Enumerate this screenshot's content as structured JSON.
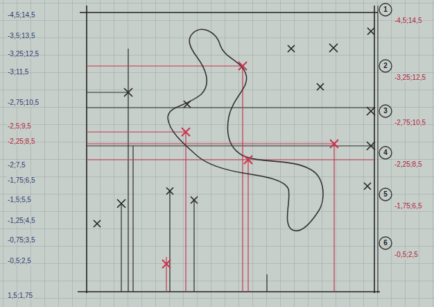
{
  "diagram": {
    "labels": [
      "-4,5;14,5",
      "-3,5;13,5",
      "-3,25;12,5",
      "-3;11,5",
      "-2,75;10,5",
      "-2,5;9,5",
      "-2,25;8,5",
      "-2;7,5",
      "-1,75;6,5",
      "-1,5;5,5",
      "-1,25;4,5",
      "-0,75;3,5",
      "-0,5;2,5",
      "1,5;1,75",
      "1",
      "-4,5;14,5",
      "2",
      "-3,25;12,5",
      "3",
      "-2,75;10,5",
      "4",
      "-2,25;8,5",
      "5",
      "-1,75;6,5",
      "6",
      "-0,5;2,5"
    ]
  }
}
